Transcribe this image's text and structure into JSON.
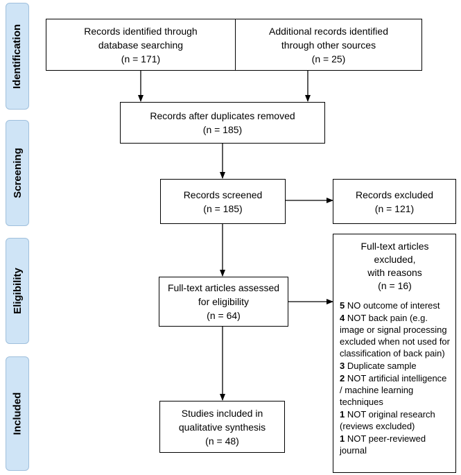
{
  "stages": {
    "identification": "Identification",
    "screening": "Screening",
    "eligibility": "Eligibility",
    "included": "Included"
  },
  "boxes": {
    "db_search": {
      "line1": "Records identified through",
      "line2": "database searching",
      "count": "(n = 171)"
    },
    "other_sources": {
      "line1": "Additional records identified",
      "line2": "through other sources",
      "count": "(n = 25)"
    },
    "after_duplicates": {
      "line1": "Records after duplicates removed",
      "count": "(n = 185)"
    },
    "screened": {
      "line1": "Records screened",
      "count": "(n = 185)"
    },
    "excluded": {
      "line1": "Records excluded",
      "count": "(n = 121)"
    },
    "fulltext_assessed": {
      "line1": "Full-text articles assessed",
      "line2": "for eligibility",
      "count": "(n = 64)"
    },
    "included": {
      "line1": "Studies included in",
      "line2": "qualitative synthesis",
      "count": "(n = 48)"
    }
  },
  "fulltext_excluded": {
    "line1": "Full-text articles excluded,",
    "line2": "with reasons",
    "count": "(n = 16)",
    "reasons": [
      {
        "n": "5",
        "text": "NO outcome of interest"
      },
      {
        "n": "4",
        "text": "NOT back pain (e.g. image or signal processing excluded when not used for classification of back pain)"
      },
      {
        "n": "3",
        "text": "Duplicate sample"
      },
      {
        "n": "2",
        "text": "NOT artificial intelligence / machine learning techniques"
      },
      {
        "n": "1",
        "text": "NOT original research (reviews excluded)"
      },
      {
        "n": "1",
        "text": "NOT peer-reviewed journal"
      }
    ]
  }
}
